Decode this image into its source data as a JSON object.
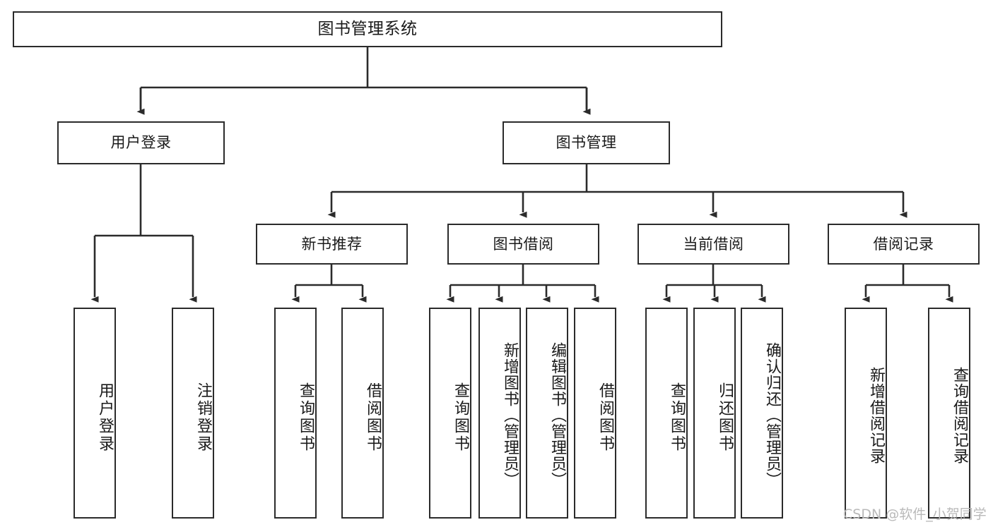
{
  "diagram": {
    "title": "图书管理系统",
    "type": "hierarchy-tree",
    "watermark": "CSDN @软件_小贺同学",
    "colors": {
      "stroke": "#2b2b2b",
      "fill": "#ffffff",
      "text": "#1a1a1a",
      "watermark": "#b9b9b9"
    },
    "nodes": {
      "root": {
        "label": "图书管理系统"
      },
      "level2": [
        {
          "label": "用户登录"
        },
        {
          "label": "图书管理"
        }
      ],
      "level3": [
        {
          "label": "新书推荐"
        },
        {
          "label": "图书借阅"
        },
        {
          "label": "当前借阅"
        },
        {
          "label": "借阅记录"
        }
      ],
      "leaves": {
        "user_login": [
          {
            "label": "用户登录"
          },
          {
            "label": "注销登录"
          }
        ],
        "new_book_recommend": [
          {
            "label": "查询图书"
          },
          {
            "label": "借阅图书"
          }
        ],
        "book_borrow": [
          {
            "label": "查询图书"
          },
          {
            "label": "新增图书（管理员）"
          },
          {
            "label": "编辑图书（管理员）"
          },
          {
            "label": "借阅图书"
          }
        ],
        "current_borrow": [
          {
            "label": "查询图书"
          },
          {
            "label": "归还图书"
          },
          {
            "label": "确认归还（管理员）"
          }
        ],
        "borrow_record": [
          {
            "label": "新增借阅记录"
          },
          {
            "label": "查询借阅记录"
          }
        ]
      }
    }
  }
}
